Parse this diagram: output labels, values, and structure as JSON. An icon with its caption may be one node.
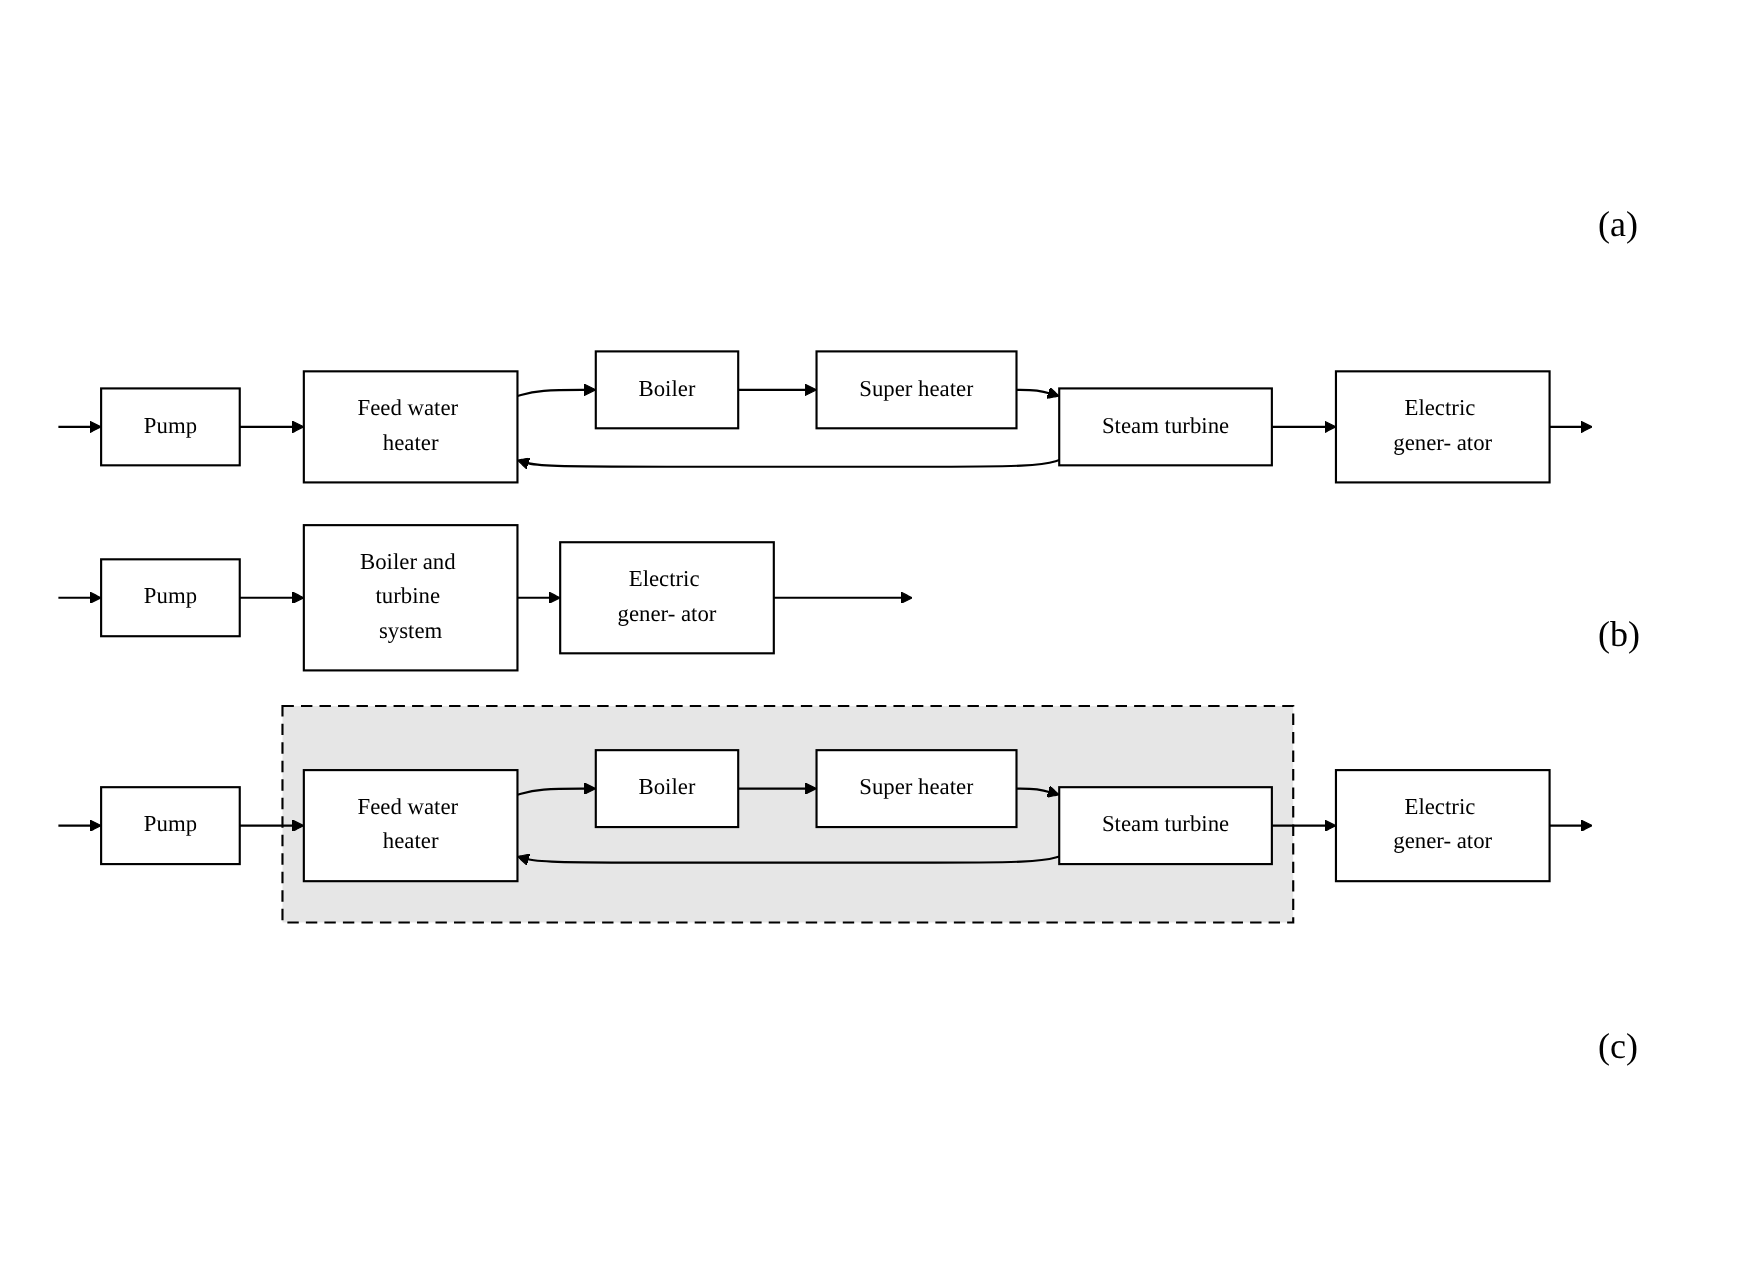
{
  "diagram": {
    "nodes": [
      {
        "text": [
          "Pump"
        ]
      },
      {
        "text": [
          "Feed water heater"
        ]
      },
      {
        "text": [
          "Boiler"
        ]
      },
      {
        "text": [
          "Super heater"
        ]
      },
      {
        "text": [
          "Steam turbine"
        ]
      },
      {
        "text": [
          "Electric gener- ator"
        ]
      },
      {
        "text": [
          "Pump"
        ]
      },
      {
        "text": [],
        "shape": "box"
      },
      {
        "text": [
          "Feed water heater"
        ],
        "in": 7
      },
      {
        "text": [
          "Boiler"
        ],
        "in": 7
      },
      {
        "text": [
          "Super heater"
        ],
        "in": 7
      },
      {
        "text": [
          "Steam turbine"
        ],
        "in": 7
      },
      {
        "text": [
          "Electric gener- ator"
        ]
      },
      {
        "text": [
          "Pump"
        ]
      },
      {
        "text": [
          "Boiler and turbine system"
        ]
      },
      {
        "text": [
          "Electric gener- ator"
        ]
      }
    ],
    "edges": [
      {
        "from": null,
        "to": 0,
        "arrow": "to"
      },
      {
        "from": 0,
        "to": 1,
        "arrow": "to"
      },
      {
        "from": 1,
        "to": 2,
        "arrow": "to"
      },
      {
        "from": 2,
        "to": 3,
        "arrow": "to"
      },
      {
        "from": 3,
        "to": 4,
        "arrow": "to"
      },
      {
        "from": 4,
        "to": 1,
        "arrow": "to"
      },
      {
        "from": 4,
        "to": 5,
        "arrow": "to"
      },
      {
        "from": 5,
        "to": null,
        "arrow": "to"
      },
      {
        "from": null,
        "to": 6,
        "arrow": "to"
      },
      {
        "from": 6,
        "to": 8,
        "arrow": "to"
      },
      {
        "from": 8,
        "to": 9,
        "arrow": "to"
      },
      {
        "from": 9,
        "to": 10,
        "arrow": "to"
      },
      {
        "from": 10,
        "to": 11,
        "arrow": "to"
      },
      {
        "from": 11,
        "to": 8,
        "arrow": "to"
      },
      {
        "from": 11,
        "to": 12,
        "arrow": "to"
      },
      {
        "from": 12,
        "to": null,
        "arrow": "to"
      },
      {
        "from": null,
        "to": 13,
        "arrow": "to"
      },
      {
        "from": 13,
        "to": 14,
        "arrow": "to"
      },
      {
        "from": 14,
        "to": 15,
        "arrow": "to"
      },
      {
        "from": 15,
        "to": null,
        "arrow": "to"
      }
    ],
    "labels": [
      "(a)",
      "(b)",
      "(c)"
    ]
  }
}
